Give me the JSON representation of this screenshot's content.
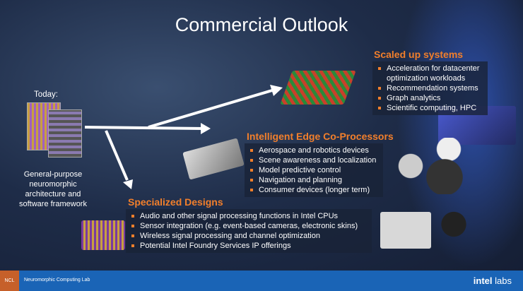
{
  "title": "Commercial Outlook",
  "today": {
    "label": "Today:",
    "caption": "General-purpose neuromorphic architecture and software framework"
  },
  "sections": [
    {
      "heading": "Scaled up systems",
      "items": [
        "Acceleration for datacenter optimization workloads",
        "Recommendation systems",
        "Graph analytics",
        "Scientific computing, HPC"
      ]
    },
    {
      "heading": "Intelligent Edge Co-Processors",
      "items": [
        "Aerospace and robotics devices",
        "Scene awareness and localization",
        "Model predictive control",
        "Navigation and planning",
        "Consumer devices (longer term)"
      ]
    },
    {
      "heading": "Specialized Designs",
      "items": [
        "Audio and other signal processing functions in Intel CPUs",
        "Sensor integration (e.g. event-based cameras, electronic skins)",
        "Wireless signal processing and channel optimization",
        "Potential Intel Foundry Services IP offerings"
      ]
    }
  ],
  "footer": {
    "badge": "NCL",
    "lab": "Neuromorphic Computing Lab",
    "logo_intel": "intel",
    "logo_labs": "labs"
  }
}
